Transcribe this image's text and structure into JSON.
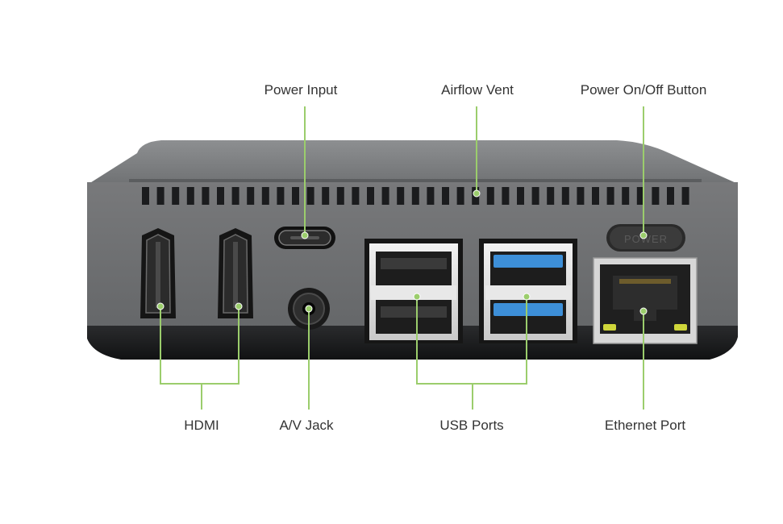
{
  "colors": {
    "callout_line": "#9bcd6c",
    "label_text": "#333333",
    "case_gray": "#6f7173",
    "case_dark": "#1b1c1e",
    "usb3_blue": "#3d8fd8",
    "ethernet_led": "#cfd63a"
  },
  "device": {
    "power_button_text": "POWER"
  },
  "callouts": {
    "power_input": "Power Input",
    "airflow_vent": "Airflow Vent",
    "power_button": "Power On/Off Button",
    "hdmi": "HDMI",
    "av_jack": "A/V Jack",
    "usb_ports": "USB Ports",
    "ethernet_port": "Ethernet Port"
  }
}
